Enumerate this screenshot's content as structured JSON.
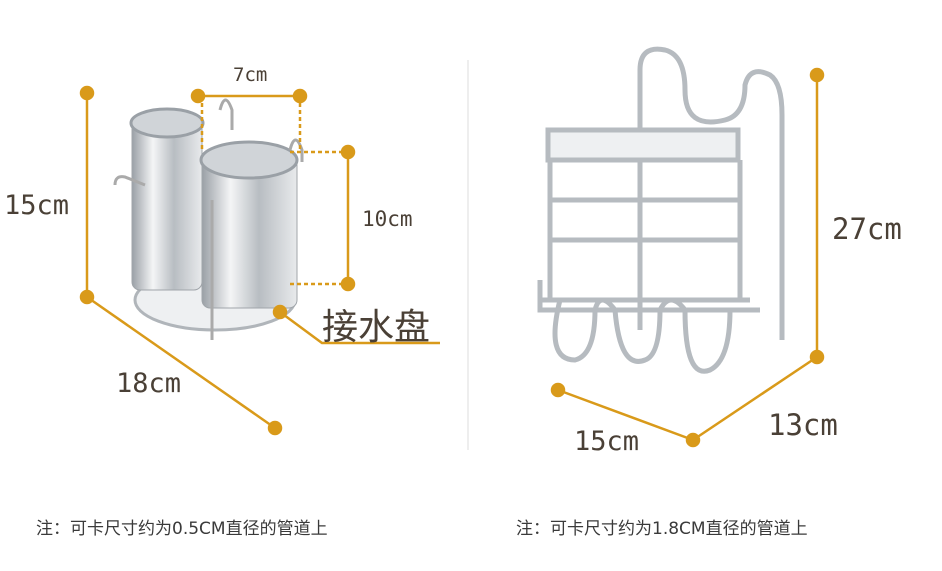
{
  "accent_color": "#d99a1a",
  "left_product": {
    "name_label": "接水盘",
    "dimensions": {
      "height": "15cm",
      "length": "18cm",
      "width": "7cm",
      "cup_height": "10cm"
    },
    "note": "注：可卡尺寸约为0.5CM直径的管道上"
  },
  "right_product": {
    "dimensions": {
      "height": "27cm",
      "width": "15cm",
      "depth": "13cm"
    },
    "note": "注：可卡尺寸约为1.8CM直径的管道上"
  }
}
